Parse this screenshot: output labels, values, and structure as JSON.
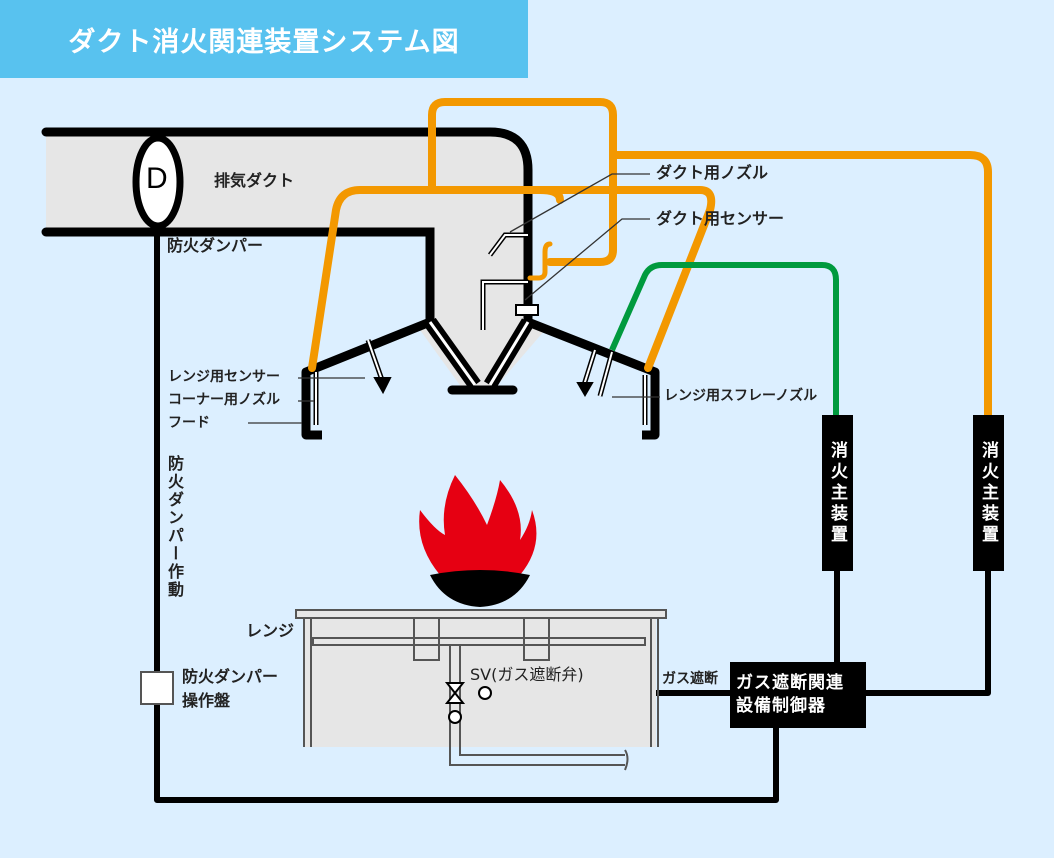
{
  "title": "ダクト消火関連装置システム図",
  "colors": {
    "background": "#dcefff",
    "title_bar": "#58c2ef",
    "pipe_orange": "#f39800",
    "pipe_green": "#009a3e",
    "wire_black": "#000000",
    "duct_fill": "#e6e6e6",
    "flame": "#e60012"
  },
  "labels": {
    "damper_symbol": "D",
    "exhaust_duct": "排気ダクト",
    "fire_damper": "防火ダンパー",
    "duct_nozzle": "ダクト用ノズル",
    "duct_sensor": "ダクト用センサー",
    "range_sensor": "レンジ用センサー",
    "corner_nozzle": "コーナー用ノズル",
    "hood": "フード",
    "range_spray_nozzle": "レンジ用スフレーノズル",
    "fire_damper_operation": "防火ダンパー作動",
    "range": "レンジ",
    "fire_damper_panel_line1": "防火ダンパー",
    "fire_damper_panel_line2": "操作盤",
    "solenoid_valve": "SV(ガス遮断弁)",
    "gas_shutoff": "ガス遮断",
    "controller_line1": "ガス遮断関連",
    "controller_line2": "設備制御器",
    "main_unit_1": "消火主装置",
    "main_unit_2": "消火主装置"
  },
  "icons": {
    "damper": "damper-ellipse-icon",
    "flame": "flame-icon",
    "pan": "wok-pan-icon",
    "valve": "valve-icon"
  }
}
